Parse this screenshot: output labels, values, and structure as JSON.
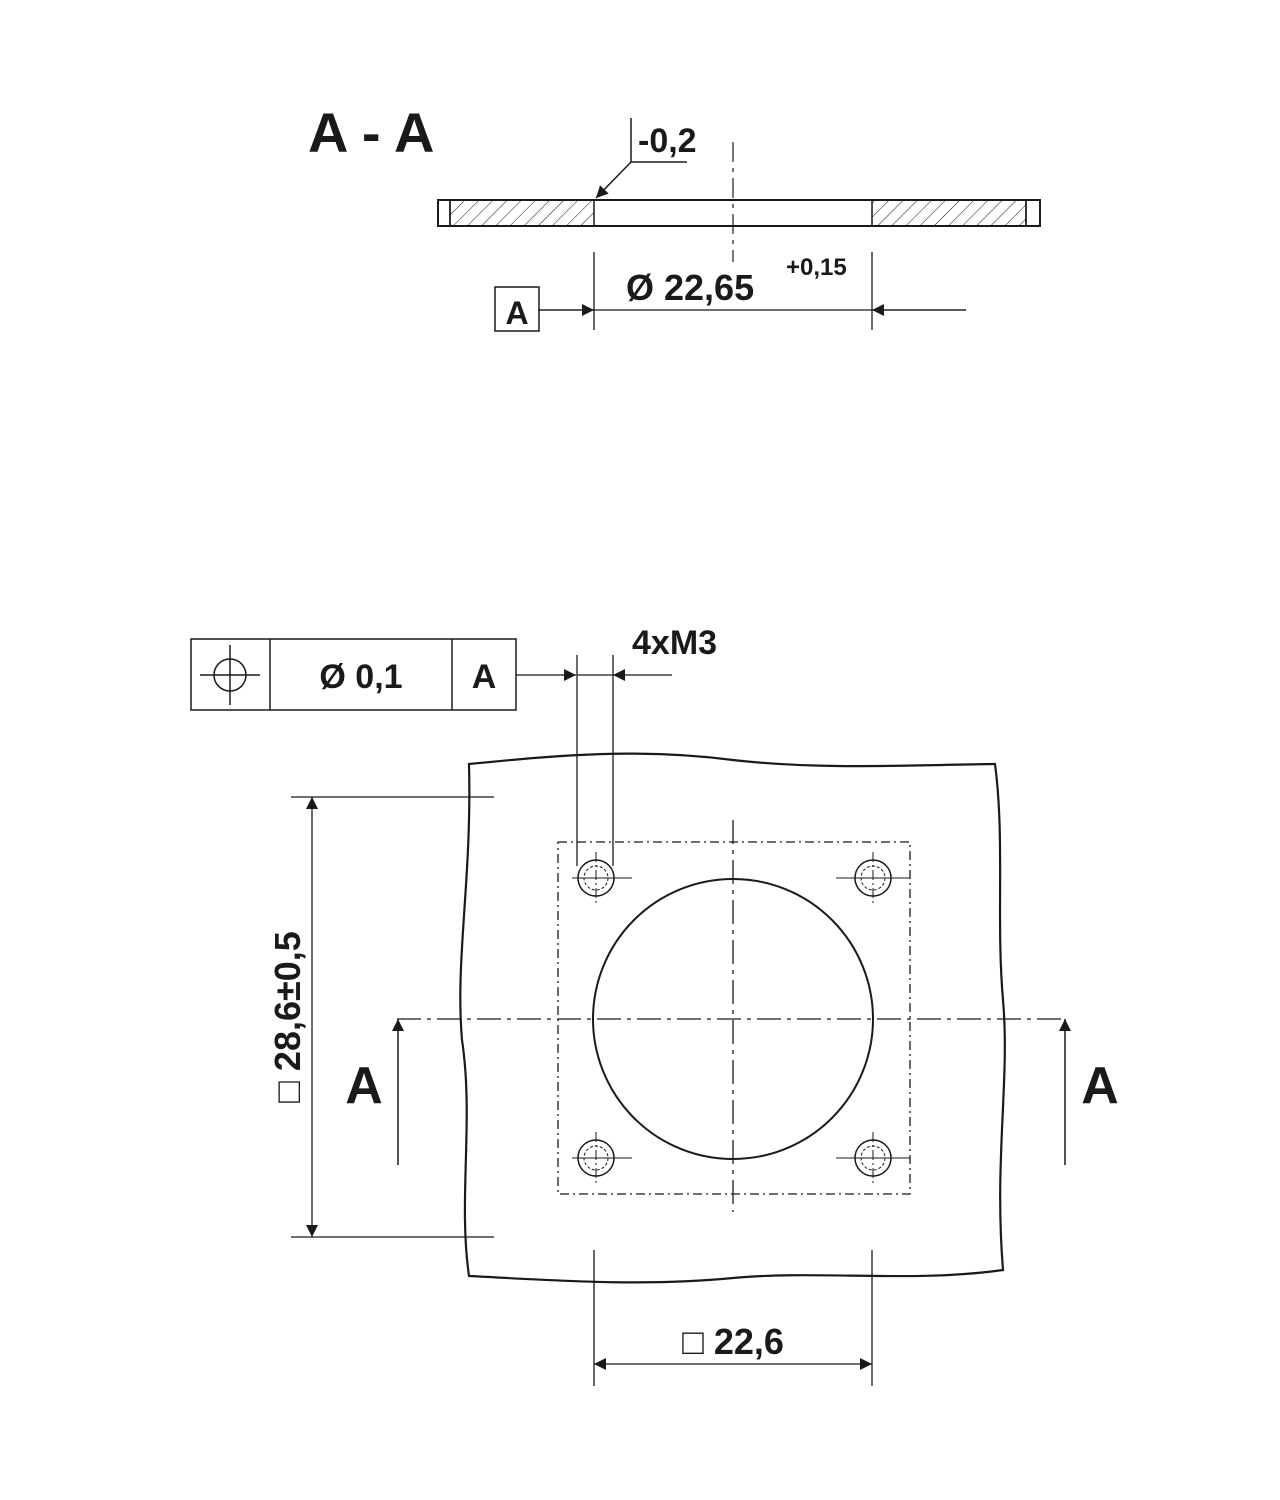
{
  "section": {
    "title": "A - A",
    "depth_tolerance": "-0,2",
    "diameter_label": "Ø 22,65",
    "diameter_tolerance": "+0,15",
    "datum_box_label": "A"
  },
  "tolerance_frame": {
    "symbol": "position-icon",
    "value": "Ø 0,1",
    "datum": "A"
  },
  "plan": {
    "thread_label": "4xM3",
    "height_label": "□ 28,6±0,5",
    "width_label": "□ 22,6",
    "section_marker_left": "A",
    "section_marker_right": "A"
  }
}
